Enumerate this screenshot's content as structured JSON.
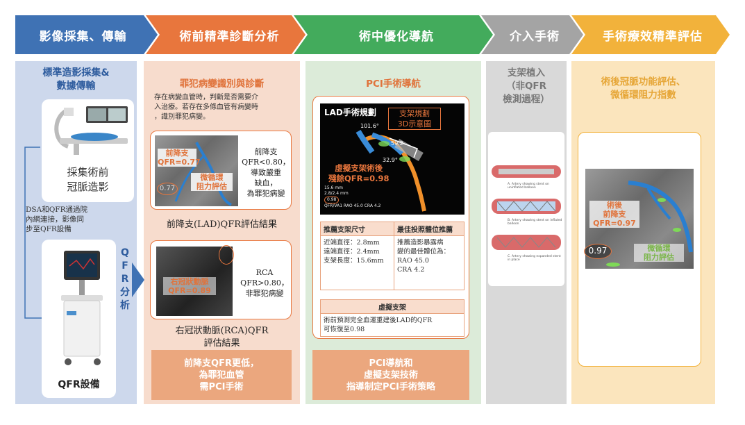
{
  "header": {
    "step1": "影像採集、傳輸",
    "step2": "術前精準診斷分析",
    "step3": "術中優化導航",
    "step4": "介入手術",
    "step5": "手術療效精準評估",
    "colors": {
      "step1": "#3f72b4",
      "step2": "#e8763d",
      "step3": "#43ab5c",
      "step4": "#a4a4a4",
      "step5": "#f2b23b"
    }
  },
  "col1": {
    "title_line1": "標準造影採集&",
    "title_line2": "數據傳輸",
    "card1_line1": "採集術前",
    "card1_line2": "冠脈造影",
    "note_line1": "DSA和QFR通過院",
    "note_line2": "內網連接，影像同",
    "note_line3": "步至QFR設備",
    "qfr_v1": "Q",
    "qfr_v2": "F",
    "qfr_v3": "R",
    "qfr_v4": "分",
    "qfr_v5": "析",
    "device_label": "QFR設備"
  },
  "col2": {
    "title": "罪犯病變識別與診斷",
    "intro_line1": "存在病變血管時，判斷是否需要介",
    "intro_line2": "入治療。若存在多條血管有病變時",
    "intro_line3": "，識別罪犯病變。",
    "lad_label_line1": "前降支",
    "lad_label_line2": "QFR=0.77",
    "lad_micro_line1": "微循環",
    "lad_micro_line2": "阻力評估",
    "lad_circle": "0.77",
    "lad_desc_line1": "前降支",
    "lad_desc_line2": "QFR<0.80，",
    "lad_desc_line3": "導致嚴重",
    "lad_desc_line4": "缺血，",
    "lad_desc_line5": "為罪犯病變",
    "lad_caption": "前降支(LAD)QFR評估結果",
    "rca_label_line1": "右冠狀動脈",
    "rca_label_line2": "QFR=0.89",
    "rca_desc_line1": "RCA",
    "rca_desc_line2": "QFR>0.80，",
    "rca_desc_line3": "非罪犯病變",
    "rca_caption_line1": "右冠狀動脈(RCA)QFR",
    "rca_caption_line2": "評估結果",
    "bottom_line1": "前降支QFR更低，",
    "bottom_line2": "為罪犯血管",
    "bottom_line3": "需PCI手術"
  },
  "col3": {
    "title": "PCI手術導航",
    "img_title": "LAD手術規劃",
    "plan_line1": "支架規劃",
    "plan_line2": "3D示意圖",
    "num1": "101.6°",
    "num2": "59.2",
    "num3": "32.9°",
    "virtual_line1": "虛擬支架術後",
    "virtual_line2": "殘餘QFR=0.98",
    "small_info_line1": "15.6 mm",
    "small_info_line2": "2.8/2.4 mm",
    "small_info_line3": "0.98",
    "small_info_line4": "QFR/VA1  RAO 45.0  CRA 4.2",
    "t_head1": "推薦支架尺寸",
    "t_head2": "最佳投照體位推薦",
    "t_c1_line1": "近端直徑：2.8mm",
    "t_c1_line2": "遠端直徑：2.4mm",
    "t_c1_line3": "支架長度：15.6mm",
    "t_c2_line1": "推薦造影暴露病",
    "t_c2_line2": "變的最佳體位為：",
    "t_c2_line3": "RAO 45.0",
    "t_c2_line4": "CRA 4.2",
    "t_head3": "虛擬支架",
    "t_c3_line1": "術前預測完全血運重建後LAD的QFR",
    "t_c3_line2": "可恢復至0.98",
    "bottom_line1": "PCI導航和",
    "bottom_line2": "虛擬支架技術",
    "bottom_line3": "指導制定PCI手術策略"
  },
  "col4": {
    "title_line1": "支架植入",
    "title_line2": "（非QFR",
    "title_line3": "檢測過程）",
    "stent_cap1": "A. Artery showing stent on uninflated balloon",
    "stent_cap2": "B. Artery showing stent on inflated balloon",
    "stent_cap3": "C. Artery showing expanded stent in place"
  },
  "col5": {
    "title_line1": "術後冠脈功能評估、",
    "title_line2": "微循環阻力指數",
    "post_label_line1": "術後",
    "post_label_line2": "前降支",
    "post_label_line3": "QFR=0.97",
    "post_circle": "0.97",
    "micro_line1": "微循環",
    "micro_line2": "阻力評估"
  }
}
